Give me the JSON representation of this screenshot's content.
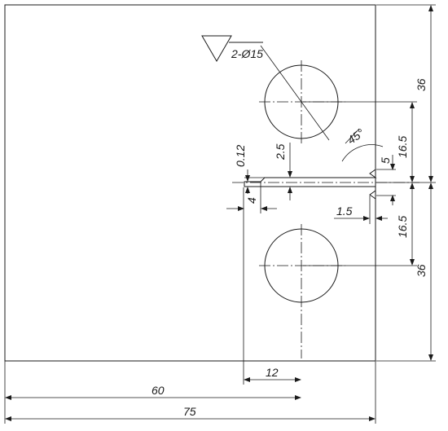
{
  "labels": {
    "overall_width": "75",
    "half_width": "60",
    "notch_offset": "12",
    "upper_hole_spacing": "36",
    "lower_hole_spacing": "36",
    "upper_half_height": "16.5",
    "lower_half_height": "16.5",
    "hole_callout": "2-Ø15",
    "angle": "45°",
    "slot_width": "2.5",
    "thin_gap": "0.12",
    "tip_gap": "5",
    "notch_depth": "4",
    "step": "1.5"
  }
}
